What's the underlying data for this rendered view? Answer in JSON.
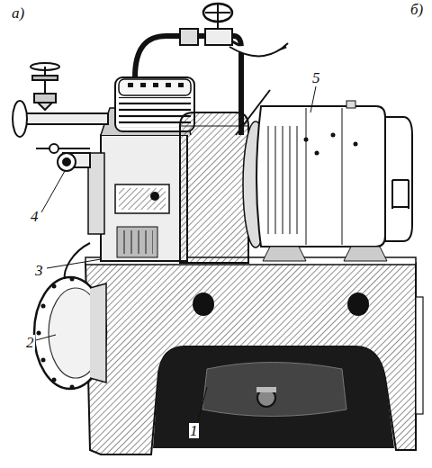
{
  "diagram": {
    "labels": [
      "а)",
      "б)",
      "1",
      "2",
      "3",
      "4",
      "5"
    ]
  }
}
